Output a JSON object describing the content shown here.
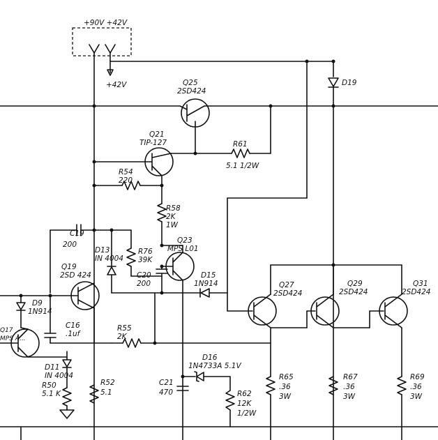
{
  "supply": {
    "connector_label": "+90V +42V",
    "tap_label": "+42V"
  },
  "transistors": [
    {
      "ref": "Q25",
      "part": "2SD424"
    },
    {
      "ref": "Q21",
      "part": "TIP-127"
    },
    {
      "ref": "Q23",
      "part": "MPS L01"
    },
    {
      "ref": "Q19",
      "part": "2SD 424"
    },
    {
      "ref": "Q27",
      "part": "2SD424"
    },
    {
      "ref": "Q29",
      "part": "2SD424"
    },
    {
      "ref": "Q31",
      "part": "2SD424"
    },
    {
      "ref": "Q17",
      "part": "MPS A..."
    }
  ],
  "resistors": [
    {
      "ref": "R61",
      "value": "5.1 1/2W"
    },
    {
      "ref": "R54",
      "value": "220"
    },
    {
      "ref": "R58",
      "value": "2K",
      "rating": "1W"
    },
    {
      "ref": "R76",
      "value": "39K"
    },
    {
      "ref": "R55",
      "value": "2K"
    },
    {
      "ref": "R50",
      "value": "5.1 K"
    },
    {
      "ref": "R52",
      "value": "5.1"
    },
    {
      "ref": "R62",
      "value": "12K",
      "rating": "1/2W"
    },
    {
      "ref": "R65",
      "value": ".36",
      "rating": "3W"
    },
    {
      "ref": "R67",
      "value": ".36",
      "rating": "3W"
    },
    {
      "ref": "R69",
      "value": ".36",
      "rating": "3W"
    }
  ],
  "capacitors": [
    {
      "ref": "C19",
      "value": "200"
    },
    {
      "ref": "C20",
      "value": "200"
    },
    {
      "ref": "C16",
      "value": ".1uf"
    },
    {
      "ref": "C21",
      "value": "470"
    }
  ],
  "diodes": [
    {
      "ref": "D19",
      "part": ""
    },
    {
      "ref": "D13",
      "part": "IN 4004"
    },
    {
      "ref": "D15",
      "part": "1N914"
    },
    {
      "ref": "D9",
      "part": "1N914"
    },
    {
      "ref": "D11",
      "part": "IN 4004"
    },
    {
      "ref": "D16",
      "part": "1N4733A 5.1V"
    }
  ]
}
